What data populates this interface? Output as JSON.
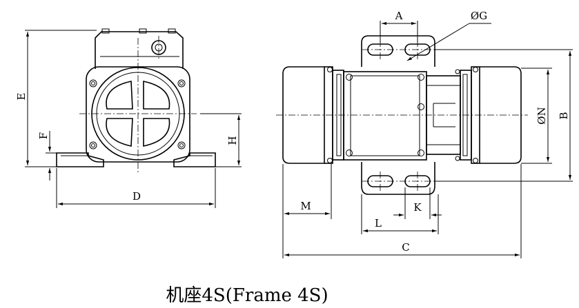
{
  "labels": {
    "A": "A",
    "B": "B",
    "C": "C",
    "D": "D",
    "E": "E",
    "F": "F",
    "G": "ØG",
    "H": "H",
    "K": "K",
    "L": "L",
    "M": "M",
    "N": "ØN"
  },
  "caption": "机座4S(Frame 4S)"
}
